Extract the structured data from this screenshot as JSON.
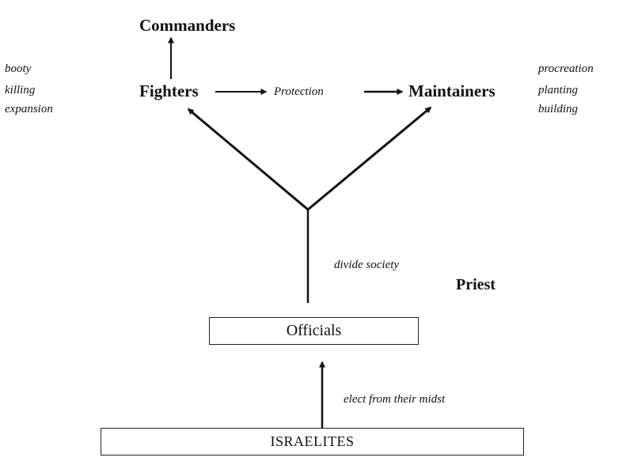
{
  "nodes": {
    "commanders": "Commanders",
    "fighters": "Fighters",
    "protection": "Protection",
    "maintainers": "Maintainers",
    "priest": "Priest",
    "officials": "Officials",
    "israelites": "ISRAELITES"
  },
  "fighter_attributes": [
    "booty",
    "killing",
    "expansion"
  ],
  "maintainer_attributes": [
    "procreation",
    "planting",
    "building"
  ],
  "edge_labels": {
    "divide": "divide society",
    "elect": "elect from their midst"
  }
}
